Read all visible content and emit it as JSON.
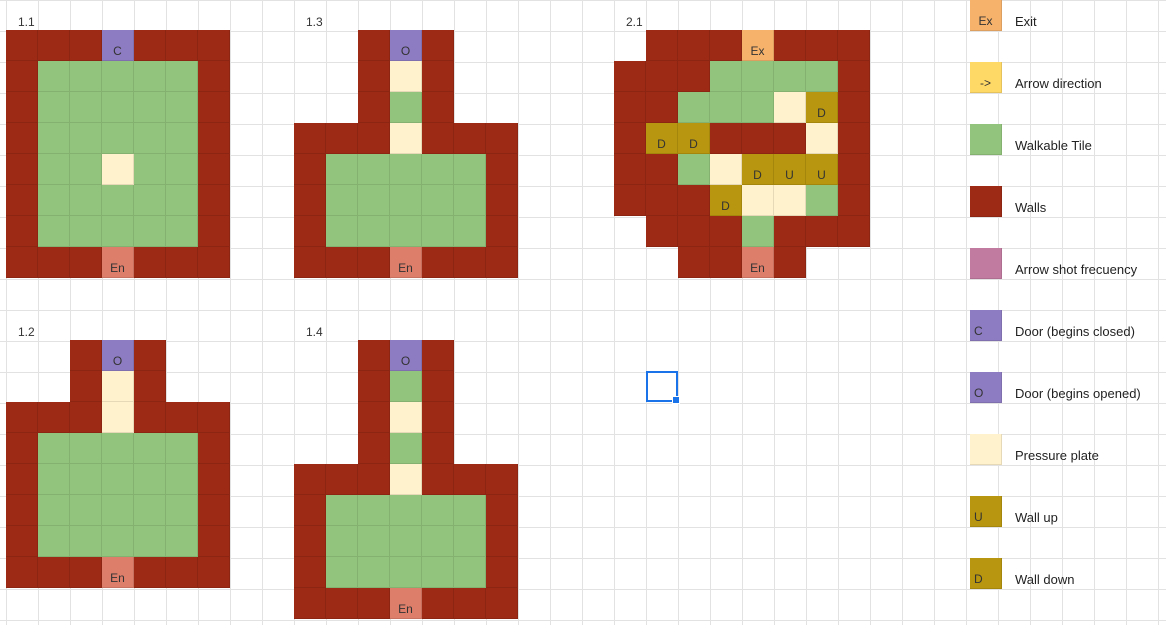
{
  "colors": {
    "W": "#9c2a14",
    "G": "#93c47d",
    "P": "#fff2cc",
    "B": "#b8960f",
    "Dr": "#8e7cc3",
    "En": "#dd7e6b",
    "Ex": "#f6b26b",
    "Ar": "#ffd966",
    "As": "#c27ba0"
  },
  "maps": [
    {
      "id": "map-1-1",
      "label": "1.1",
      "rows": [
        "W,W,W,Dr:C,W,W,W",
        "W,G,G,G,G,G,W",
        "W,G,G,G,G,G,W",
        "W,G,G,G,G,G,W",
        "W,G,G,P,G,G,W",
        "W,G,G,G,G,G,W",
        "W,G,G,G,G,G,W",
        "W,W,W,En:En,W,W,W"
      ]
    },
    {
      "id": "map-1-3",
      "label": "1.3",
      "rows": [
        ".,.,W,Dr:O,W,.,.",
        ".,.,W,P,W,.,.",
        ".,.,W,G,W,.,.",
        "W,W,W,P,W,W,W",
        "W,G,G,G,G,G,W",
        "W,G,G,G,G,G,W",
        "W,G,G,G,G,G,W",
        "W,W,W,En:En,W,W,W"
      ]
    },
    {
      "id": "map-2-1",
      "label": "2.1",
      "rows": [
        ".,W,W,W,Ex:Ex,W,W,W",
        "W,W,W,G,G,G,G,W",
        "W,W,G,G,G,P,B:D,W",
        "W,B:D,B:D,W,W,W,P,W",
        "W,W,G,P,B:D,B:U,B:U,W",
        "W,W,W,B:D,P,P,G,W",
        ".,W,W,W,G,W,W,W",
        ".,.,W,W,En:En,W,.,."
      ]
    },
    {
      "id": "map-1-2",
      "label": "1.2",
      "rows": [
        ".,.,W,Dr:O,W,.,.",
        ".,.,W,P,W,.,.",
        "W,W,W,P,W,W,W",
        "W,G,G,G,G,G,W",
        "W,G,G,G,G,G,W",
        "W,G,G,G,G,G,W",
        "W,G,G,G,G,G,W",
        "W,W,W,En:En,W,W,W"
      ]
    },
    {
      "id": "map-1-4",
      "label": "1.4",
      "rows": [
        ".,.,W,Dr:O,W,.,.",
        ".,.,W,G,W,.,.",
        ".,.,W,P,W,.,.",
        ".,.,W,G,W,.,.",
        "W,W,W,P,W,W,W",
        "W,G,G,G,G,G,W",
        "W,G,G,G,G,G,W",
        "W,G,G,G,G,G,W",
        "W,W,W,En:En,W,W,W"
      ]
    }
  ],
  "legend": [
    {
      "code": "Ex",
      "swatch": "Ex",
      "label": "Exit"
    },
    {
      "code": "->",
      "swatch": "Ar",
      "label": "Arrow direction"
    },
    {
      "code": "",
      "swatch": "G",
      "label": "Walkable Tile"
    },
    {
      "code": "",
      "swatch": "W",
      "label": "Walls"
    },
    {
      "code": "",
      "swatch": "As",
      "label": "Arrow shot frecuency"
    },
    {
      "code": "C",
      "swatch": "Dr",
      "label": "Door (begins closed)"
    },
    {
      "code": "O",
      "swatch": "Dr",
      "label": "Door (begins opened)"
    },
    {
      "code": "",
      "swatch": "P",
      "label": "Pressure plate"
    },
    {
      "code": "U",
      "swatch": "B",
      "label": "Wall up"
    },
    {
      "code": "D",
      "swatch": "B",
      "label": "Wall down"
    }
  ]
}
